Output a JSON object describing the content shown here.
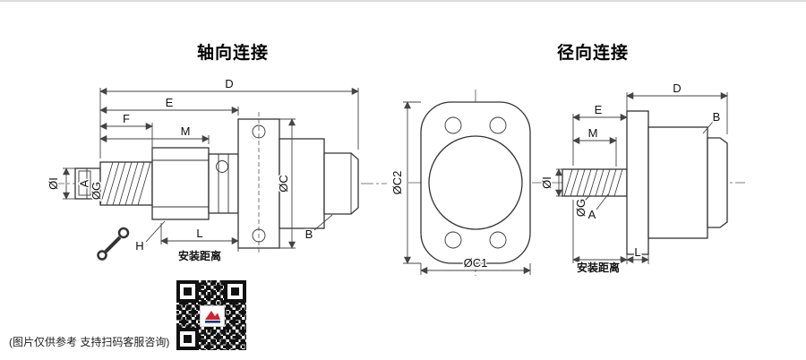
{
  "titles": {
    "axial": "轴向连接",
    "radial": "径向连接"
  },
  "axial": {
    "dim_d": "D",
    "dim_e": "E",
    "dim_f": "F",
    "dim_m": "M",
    "dim_l": "L",
    "dia_i": "ØI",
    "dia_g": "ØG",
    "dia_c": "ØC",
    "thread_label": "A",
    "body_label": "B",
    "hex_label": "H",
    "install_distance": "安装距离"
  },
  "radial": {
    "dim_d": "D",
    "dim_e": "E",
    "dim_m": "M",
    "dim_l": "L",
    "dia_i": "ØI",
    "dia_g": "ØG",
    "dia_c1": "ØC1",
    "dia_c2": "ØC2",
    "thread_label": "A",
    "body_label": "B",
    "install_distance": "安装距离"
  },
  "footer": {
    "caption": "(图片仅供参考 支持扫码客服咨询)"
  },
  "colors": {
    "line": "#333333",
    "text": "#111111",
    "logo_red": "#cf2430",
    "logo_blue": "#16347e"
  }
}
